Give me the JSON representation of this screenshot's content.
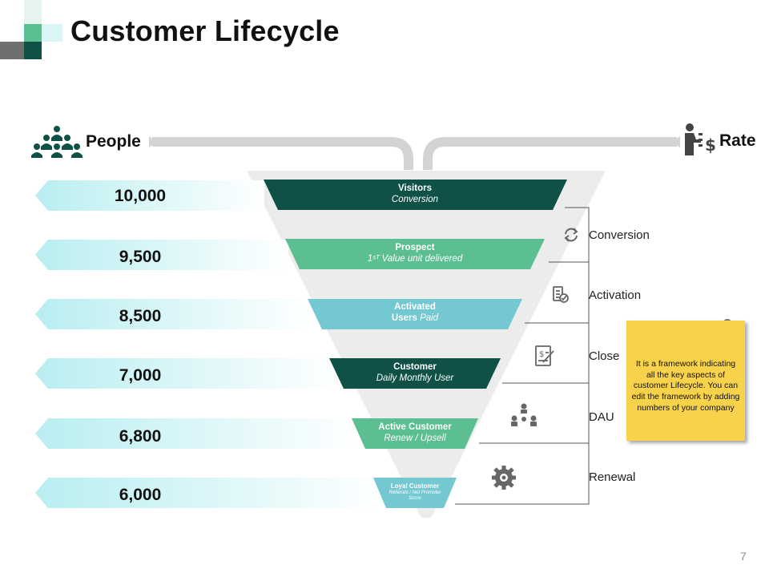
{
  "title": "Customer Lifecycle",
  "headers": {
    "people": "People",
    "rate": "Rate"
  },
  "people_values": [
    "10,000",
    "9,500",
    "8,500",
    "7,000",
    "6,800",
    "6,000"
  ],
  "stages": [
    {
      "title": "Visitors",
      "subtitle": "Conversion",
      "color": "#0f5147"
    },
    {
      "title": "Prospect",
      "subtitle": "1ˢᵀ Value unit delivered",
      "color": "#5bbf92"
    },
    {
      "title": "Activated",
      "title2": "Users",
      "subtitle": "Paid",
      "color": "#74c8d2"
    },
    {
      "title": "Customer",
      "subtitle": "Daily Monthly User",
      "color": "#0f5147"
    },
    {
      "title": "Active Customer",
      "subtitle": "Renew / Upsell",
      "color": "#5bbf92"
    },
    {
      "title": "Loyal Customer",
      "subtitle": "Referrals / Net Promoter Score",
      "color": "#74c8d2"
    }
  ],
  "rates": [
    {
      "label": "Conversion",
      "icon": "cycle-icon"
    },
    {
      "label": "Activation",
      "icon": "checklist-icon"
    },
    {
      "label": "Close",
      "icon": "invoice-icon"
    },
    {
      "label": "DAU",
      "icon": "team-icon"
    },
    {
      "label": "Renewal",
      "icon": "gear-icon"
    }
  ],
  "note": "It is a framework indicating all the key aspects of customer Lifecycle. You can edit the  framework by adding numbers of your company",
  "page_number": "7",
  "colors": {
    "dark_green": "#0f5147",
    "mid_green": "#5bbf92",
    "teal": "#74c8d2",
    "sticky": "#f8d24a"
  }
}
